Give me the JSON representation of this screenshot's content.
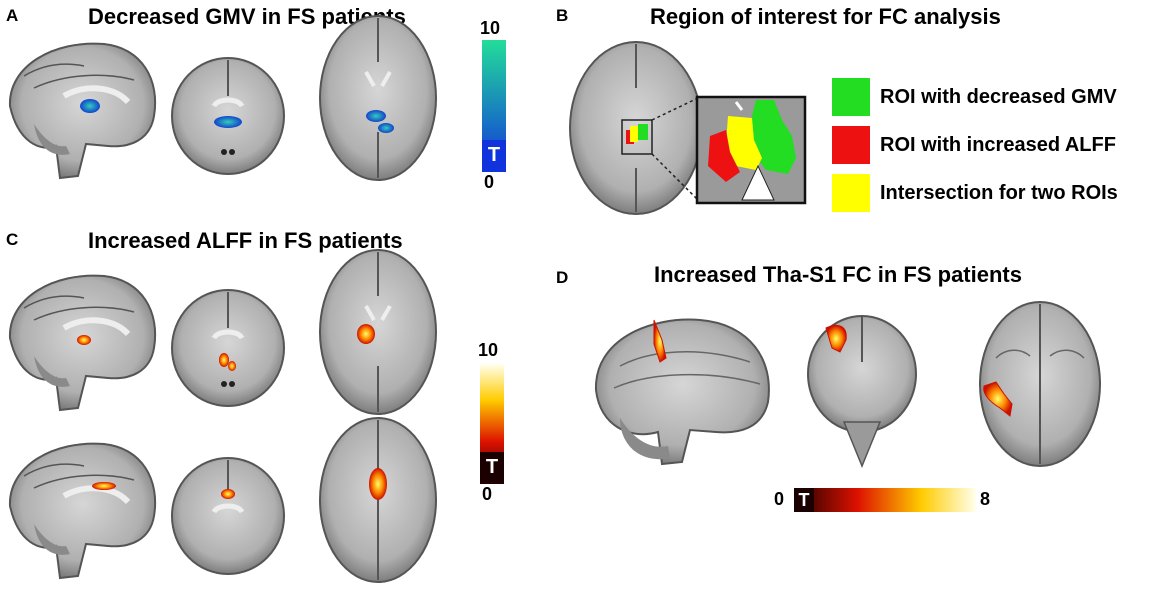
{
  "panels": {
    "A": {
      "letter": "A",
      "title": "Decreased GMV in FS patients",
      "scale_max": "10",
      "scale_min": "0",
      "scale_symbol": "T"
    },
    "B": {
      "letter": "B",
      "title": "Region of interest for FC analysis",
      "legend": [
        {
          "label": "ROI with decreased GMV",
          "color": "#22dd22"
        },
        {
          "label": "ROI with increased ALFF",
          "color": "#ee1111"
        },
        {
          "label": "Intersection for two ROIs",
          "color": "#ffff00"
        }
      ]
    },
    "C": {
      "letter": "C",
      "title": "Increased ALFF in FS patients",
      "scale_max": "10",
      "scale_min": "0",
      "scale_symbol": "T"
    },
    "D": {
      "letter": "D",
      "title": "Increased Tha-S1 FC in FS patients",
      "scale_min": "0",
      "scale_max": "8",
      "scale_symbol": "T"
    }
  },
  "colors": {
    "cool_top": "#22dd99",
    "cool_bottom": "#1133dd",
    "hot_top": "#ffffee",
    "hot_mid": "#ffcc00",
    "hot_red": "#dd1100",
    "hot_bottom": "#200000"
  }
}
